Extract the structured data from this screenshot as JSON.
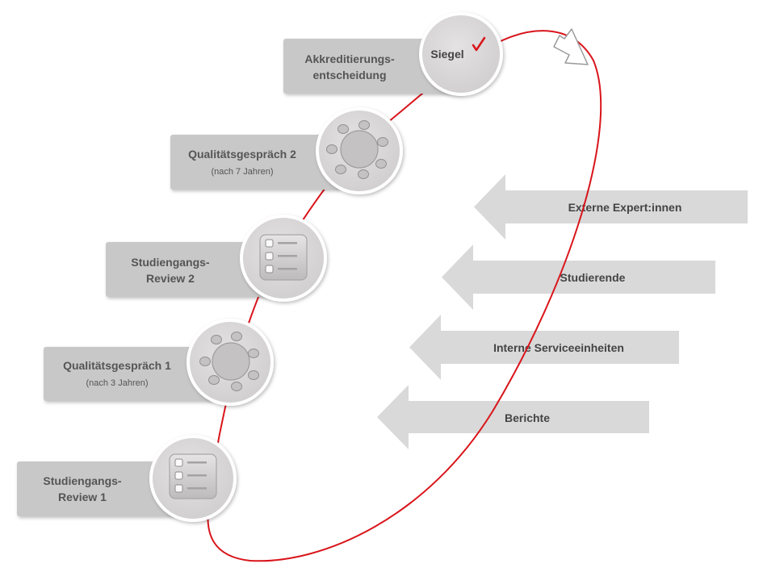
{
  "colors": {
    "loop": "#d9151b",
    "check": "#d9151b",
    "box": "#c8c8c8",
    "circle": "#dad8d8",
    "arrow": "#d9d9d9",
    "text": "#555555"
  },
  "steps": {
    "review1": {
      "label_line1": "Studiengangs-",
      "label_line2": "Review 1",
      "icon": "checklist-icon"
    },
    "talk1": {
      "label": "Qualitätsgespräch  1",
      "sub": "(nach 3 Jahren)",
      "icon": "round-table-icon"
    },
    "review2": {
      "label_line1": "Studiengangs-",
      "label_line2": "Review 2",
      "icon": "checklist-icon"
    },
    "talk2": {
      "label": "Qualitätsgespräch  2",
      "sub": "(nach 7 Jahren)",
      "icon": "round-table-icon"
    },
    "decision": {
      "label_line1": "Akkreditierungs-",
      "label_line2": "entscheidung",
      "seal": "Siegel",
      "icon": "checkmark-icon"
    }
  },
  "inputs": [
    {
      "label": "Externe Expert:innen"
    },
    {
      "label": "Studierende"
    },
    {
      "label": "Interne Serviceeinheiten"
    },
    {
      "label": "Berichte"
    }
  ]
}
